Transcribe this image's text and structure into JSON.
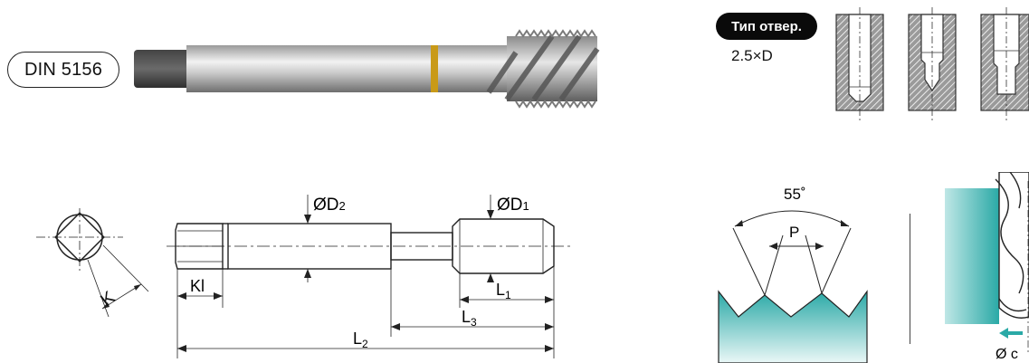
{
  "header": {
    "standard": "DIN 5156",
    "hole_type_label": "Тип отвер.",
    "hole_depth": "2.5×D"
  },
  "tap_drawing": {
    "dim_d2": "ØD",
    "dim_d2_sub": "2",
    "dim_d1": "ØD",
    "dim_d1_sub": "1",
    "dim_kl": "Kl",
    "dim_l1": "L",
    "dim_l1_sub": "1",
    "dim_l3": "L",
    "dim_l3_sub": "3",
    "dim_l2": "L",
    "dim_l2_sub": "2"
  },
  "square_end": {
    "dim_k": "K"
  },
  "thread_profile": {
    "angle": "55˚",
    "pitch": "P",
    "fill_color": "#2aa9a6"
  },
  "hole_note": {
    "diameter_label": "Ø c"
  }
}
